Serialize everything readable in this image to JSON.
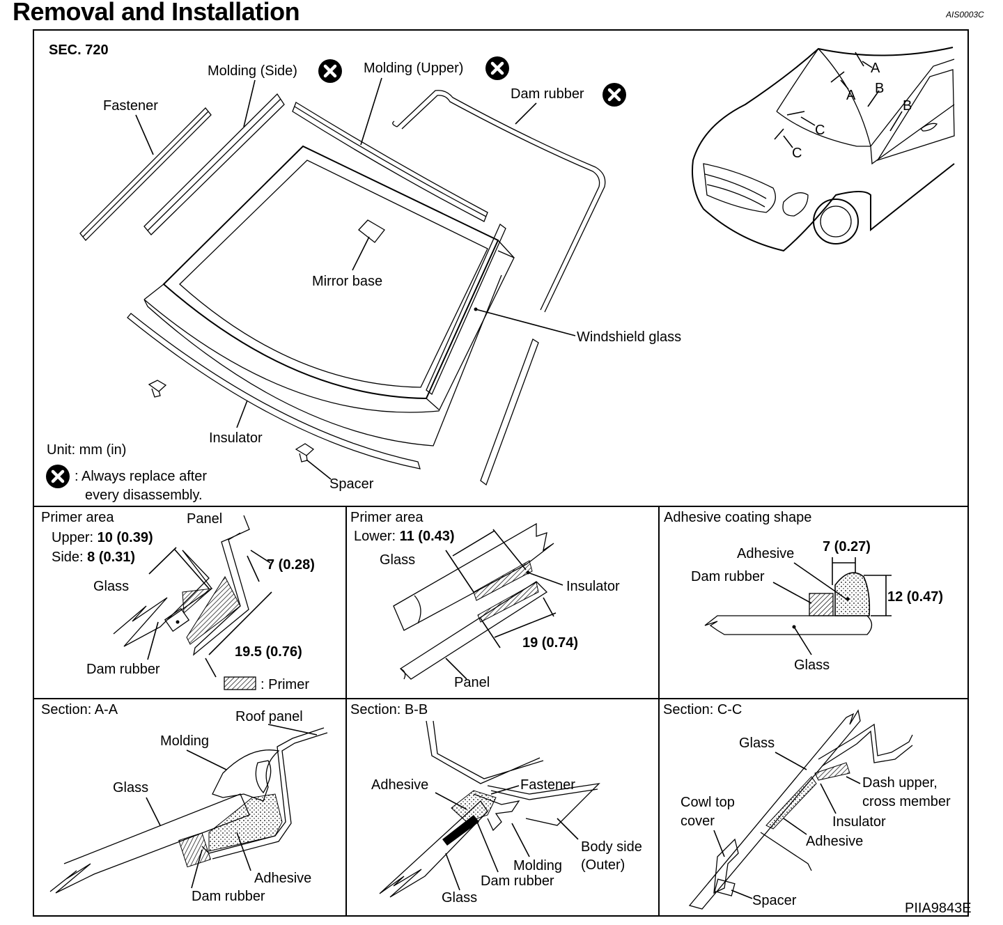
{
  "page": {
    "title": "Removal and Installation",
    "ref_code": "AIS0003C",
    "figure_code": "PIIA9843E"
  },
  "main": {
    "section": "SEC. 720",
    "labels": {
      "fastener": "Fastener",
      "molding_side": "Molding (Side)",
      "molding_upper": "Molding (Upper)",
      "dam_rubber": "Dam rubber",
      "mirror_base": "Mirror base",
      "windshield_glass": "Windshield glass",
      "insulator": "Insulator",
      "spacer": "Spacer"
    },
    "unit": "Unit: mm (in)",
    "legend_line1": ": Always replace after",
    "legend_line2": "every disassembly.",
    "car": {
      "a1": "A",
      "a2": "A",
      "b1": "B",
      "b2": "B",
      "c1": "C",
      "c2": "C"
    }
  },
  "panel_primer_upper": {
    "heading": "Primer area",
    "upper_label": "Upper: ",
    "upper_value": "10 (0.39)",
    "side_label": "Side: ",
    "side_value": "8 (0.31)",
    "panel": "Panel",
    "glass": "Glass",
    "dim_7": "7 (0.28)",
    "dim_195": "19.5 (0.76)",
    "dam_rubber": "Dam rubber",
    "primer_legend": ": Primer"
  },
  "panel_primer_lower": {
    "heading": "Primer area",
    "lower_label": "Lower: ",
    "lower_value": "11 (0.43)",
    "glass": "Glass",
    "insulator": "Insulator",
    "dim_19": "19 (0.74)",
    "panel": "Panel"
  },
  "panel_adhesive": {
    "heading": "Adhesive coating shape",
    "adhesive": "Adhesive",
    "dim_7": "7 (0.27)",
    "dam_rubber": "Dam rubber",
    "dim_12": "12 (0.47)",
    "glass": "Glass"
  },
  "section_aa": {
    "heading": "Section: A-A",
    "roof_panel": "Roof panel",
    "molding": "Molding",
    "glass": "Glass",
    "adhesive": "Adhesive",
    "dam_rubber": "Dam rubber"
  },
  "section_bb": {
    "heading": "Section: B-B",
    "adhesive": "Adhesive",
    "fastener": "Fastener",
    "body_side_1": "Body side",
    "body_side_2": "(Outer)",
    "molding": "Molding",
    "dam_rubber": "Dam rubber",
    "glass": "Glass"
  },
  "section_cc": {
    "heading": "Section: C-C",
    "glass": "Glass",
    "dash_1": "Dash upper,",
    "dash_2": "cross member",
    "cowl_1": "Cowl top",
    "cowl_2": "cover",
    "insulator": "Insulator",
    "adhesive": "Adhesive",
    "spacer": "Spacer"
  }
}
